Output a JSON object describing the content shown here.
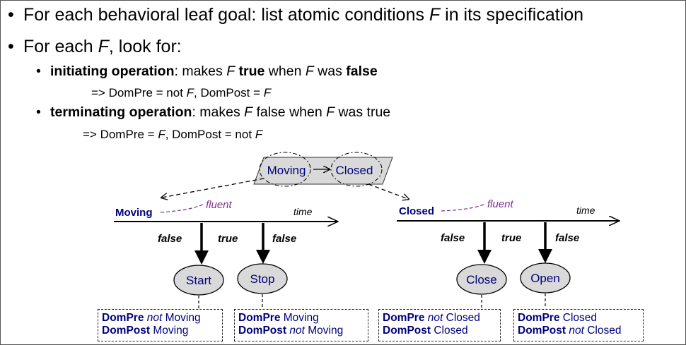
{
  "bullets": {
    "b1": {
      "prefix": "For each behavioral leaf goal:  list atomic conditions ",
      "f": "F",
      "suffix": " in its specification"
    },
    "b2": {
      "prefix": "For each ",
      "f": "F",
      "suffix": ",  look for:"
    },
    "b3": {
      "term": "initiating operation",
      "mid": ":  makes ",
      "f1": "F",
      "kw1": "true",
      "mid2": " when ",
      "f2": "F",
      "mid3": " was ",
      "kw2": "false"
    },
    "b3_result": {
      "a": "=>  DomPre =  not ",
      "f1": "F",
      "b": ",   DomPost =  ",
      "f2": "F"
    },
    "b4": {
      "term": "terminating operation",
      "mid": ":  makes ",
      "f1": "F",
      "rest": " false when ",
      "f2": "F",
      "rest2": " was true"
    },
    "b4_result": {
      "a": "=>  DomPre =  ",
      "f1": "F",
      "b": ",   DomPost = not ",
      "f2": "F"
    }
  },
  "diagram": {
    "top_left_state": "Moving",
    "top_right_state": "Closed",
    "left": {
      "fluent_name": "Moving",
      "fluent_tag": "fluent",
      "time_label": "time",
      "truth": [
        "false",
        "true",
        "false"
      ],
      "ops": [
        "Start",
        "Stop"
      ],
      "boxes": [
        {
          "l1_kw": "DomPre",
          "l1_not": "not",
          "l1_val": "Moving",
          "l2_kw": "DomPost",
          "l2_not": "",
          "l2_val": "Moving"
        },
        {
          "l1_kw": "DomPre",
          "l1_not": "",
          "l1_val": "Moving",
          "l2_kw": "DomPost",
          "l2_not": "not",
          "l2_val": "Moving"
        }
      ]
    },
    "right": {
      "fluent_name": "Closed",
      "fluent_tag": "fluent",
      "time_label": "time",
      "truth": [
        "false",
        "true",
        "false"
      ],
      "ops": [
        "Close",
        "Open"
      ],
      "boxes": [
        {
          "l1_kw": "DomPre",
          "l1_not": "not",
          "l1_val": "Closed",
          "l2_kw": "DomPost",
          "l2_not": "",
          "l2_val": "Closed"
        },
        {
          "l1_kw": "DomPre",
          "l1_not": "",
          "l1_val": "Closed",
          "l2_kw": "DomPost",
          "l2_not": "not",
          "l2_val": "Closed"
        }
      ]
    }
  }
}
